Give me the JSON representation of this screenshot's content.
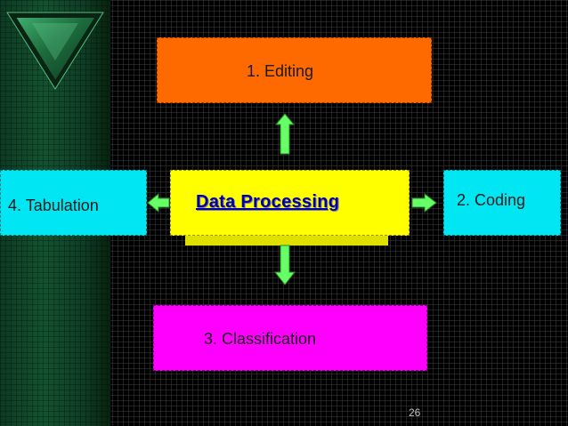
{
  "diagram": {
    "center": {
      "label": "Data Processing"
    },
    "steps": {
      "editing": "1. Editing",
      "coding": "2. Coding",
      "classification": "3. Classification",
      "tabulation": "4. Tabulation"
    }
  },
  "slide": {
    "page_number": "26"
  },
  "colors": {
    "editing": "#ff6a00",
    "coding": "#00e6f3",
    "classification": "#ff00ff",
    "tabulation": "#00e6f3",
    "center": "#ffff00",
    "center_text": "#0000aa",
    "arrows": "#66ff66"
  },
  "icons": {
    "logo": "green-marble-triangle-logo"
  }
}
